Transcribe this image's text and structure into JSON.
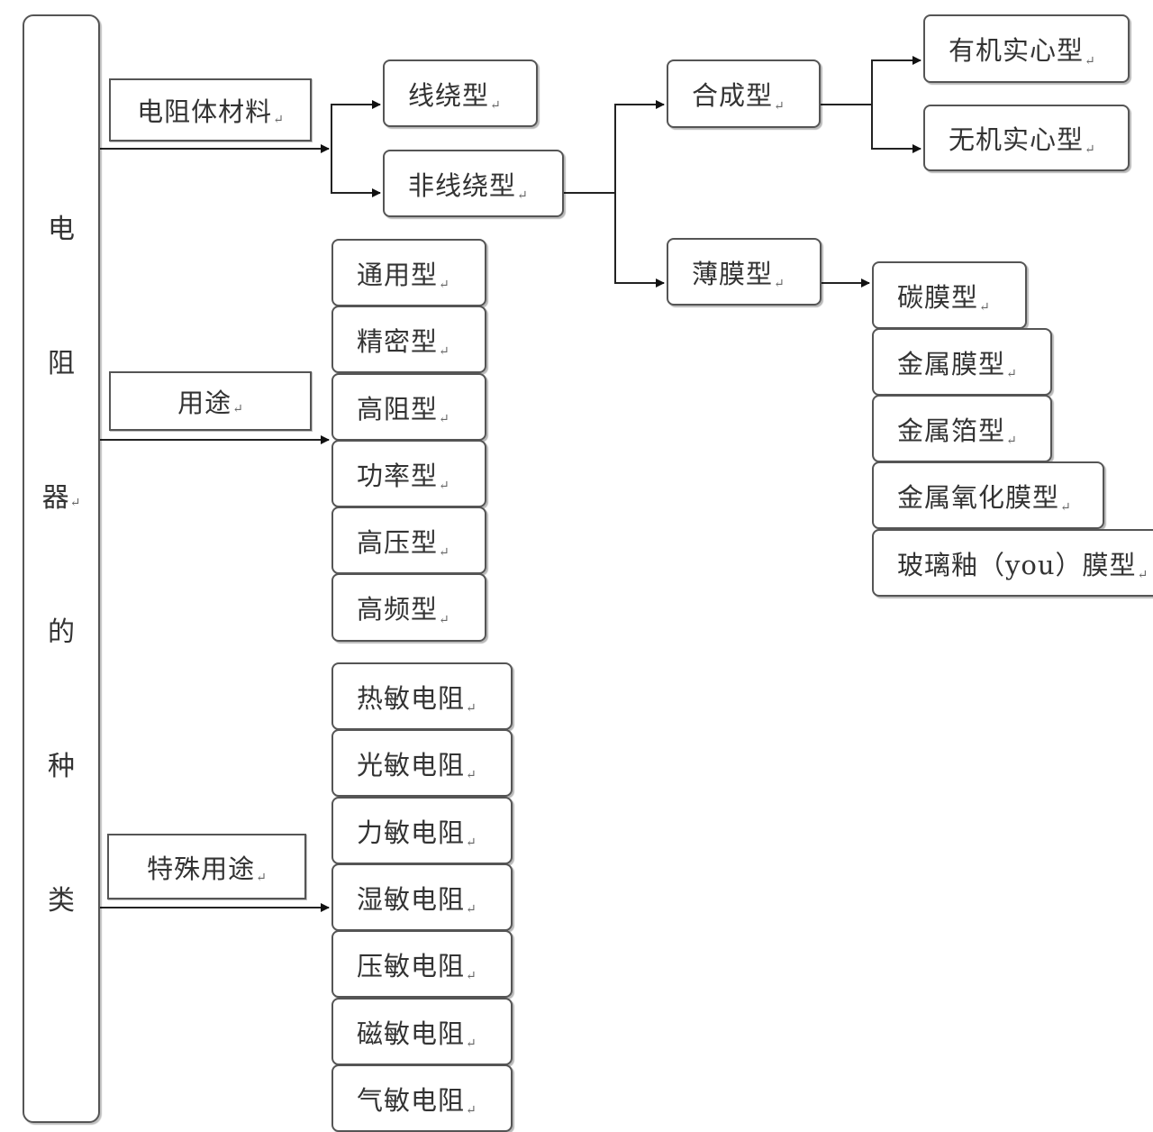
{
  "root": {
    "chars": [
      "电",
      "阻",
      "器",
      "的",
      "种",
      "类"
    ]
  },
  "return_mark": "↵",
  "categories": {
    "material": "电阻体材料",
    "usage": "用途",
    "special": "特殊用途"
  },
  "material": {
    "wirewound": "线绕型",
    "non_wirewound": "非线绕型",
    "synthetic": "合成型",
    "organic_solid": "有机实心型",
    "inorganic_solid": "无机实心型",
    "film": "薄膜型",
    "film_types": [
      "碳膜型",
      "金属膜型",
      "金属箔型",
      "金属氧化膜型",
      "玻璃釉（you）膜型"
    ]
  },
  "usage_types": [
    "通用型",
    "精密型",
    "高阻型",
    "功率型",
    "高压型",
    "高频型"
  ],
  "special_types": [
    "热敏电阻",
    "光敏电阻",
    "力敏电阻",
    "湿敏电阻",
    "压敏电阻",
    "磁敏电阻",
    "气敏电阻"
  ]
}
